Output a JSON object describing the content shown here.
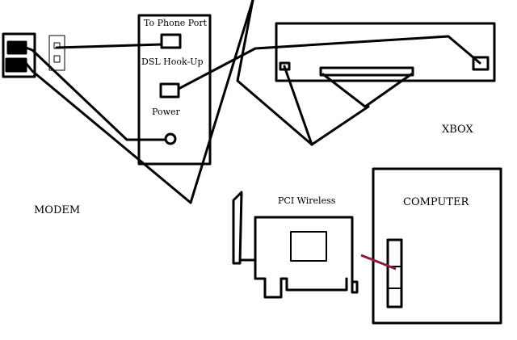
{
  "labels": {
    "to_phone_port": "To Phone Port",
    "dsl_hookup": "DSL Hook-Up",
    "power": "Power",
    "xbox": "XBOX",
    "modem": "MODEM",
    "pci_wireless": "PCI Wireless",
    "computer": "COMPUTER"
  },
  "colors": {
    "line": "#000000",
    "background": "#ffffff",
    "pci_link": "#8b1a4a"
  }
}
